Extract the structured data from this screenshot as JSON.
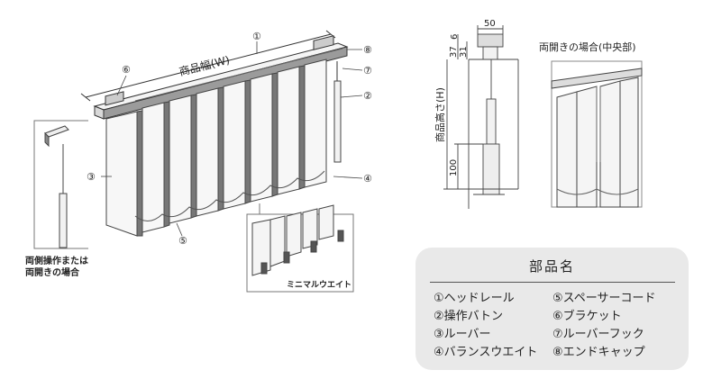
{
  "main_diagram": {
    "width_label": "商品幅(W)",
    "callouts": [
      "①",
      "②",
      "③",
      "④",
      "⑤",
      "⑥",
      "⑦",
      "⑧"
    ],
    "inset_left_caption": [
      "両側操作または",
      "両開きの場合"
    ],
    "inset_bottom_caption": "ミニマルウエイト"
  },
  "side_view": {
    "height_label": "商品高さ(H)",
    "dims": {
      "top_width": "50",
      "d6": "6",
      "d37": "37",
      "d31": "31",
      "d100": "100"
    }
  },
  "center_view": {
    "caption": "両開きの場合(中央部)"
  },
  "legend": {
    "title": "部品名",
    "left_items": [
      "①ヘッドレール",
      "②操作バトン",
      "③ルーバー",
      "④バランスウエイト"
    ],
    "right_items": [
      "⑤スペーサーコード",
      "⑥ブラケット",
      "⑦ルーバーフック",
      "⑧エンドキャップ"
    ]
  }
}
